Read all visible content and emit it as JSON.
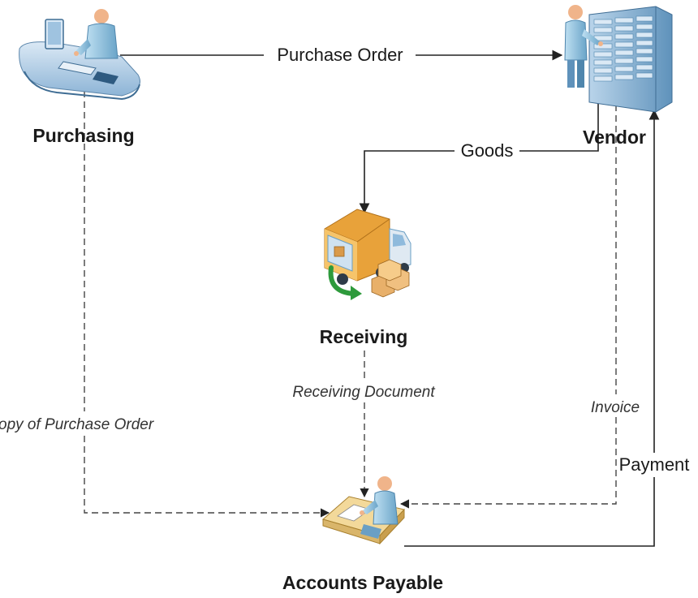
{
  "nodes": {
    "purchasing": {
      "label": "Purchasing",
      "icon": "person-at-desk-computer-icon"
    },
    "vendor": {
      "label": "Vendor",
      "icon": "person-with-server-rack-icon"
    },
    "receiving": {
      "label": "Receiving",
      "icon": "delivery-truck-boxes-icon"
    },
    "accounts_payable": {
      "label": "Accounts Payable",
      "icon": "person-at-desk-paperwork-icon"
    }
  },
  "edges": {
    "purchase_order": {
      "label": "Purchase Order",
      "from": "Purchasing",
      "to": "Vendor",
      "style": "solid"
    },
    "goods": {
      "label": "Goods",
      "from": "Vendor",
      "to": "Receiving",
      "style": "solid"
    },
    "copy_of_po": {
      "label": "opy of Purchase Order",
      "from": "Purchasing",
      "to": "Accounts Payable",
      "style": "dashed"
    },
    "receiving_document": {
      "label": "Receiving Document",
      "from": "Receiving",
      "to": "Accounts Payable",
      "style": "dashed"
    },
    "invoice": {
      "label": "Invoice",
      "from": "Vendor",
      "to": "Accounts Payable",
      "style": "dashed"
    },
    "payment": {
      "label": "Payment",
      "from": "Accounts Payable",
      "to": "Vendor",
      "style": "solid"
    }
  },
  "colors": {
    "person_skin": "#f0b48a",
    "person_shirt": "#7fb6d6",
    "server": "#6a9fc4",
    "truck_cargo": "#e8a23a",
    "arrow_green": "#2e9a3c",
    "desk_wood": "#d9b56a"
  }
}
